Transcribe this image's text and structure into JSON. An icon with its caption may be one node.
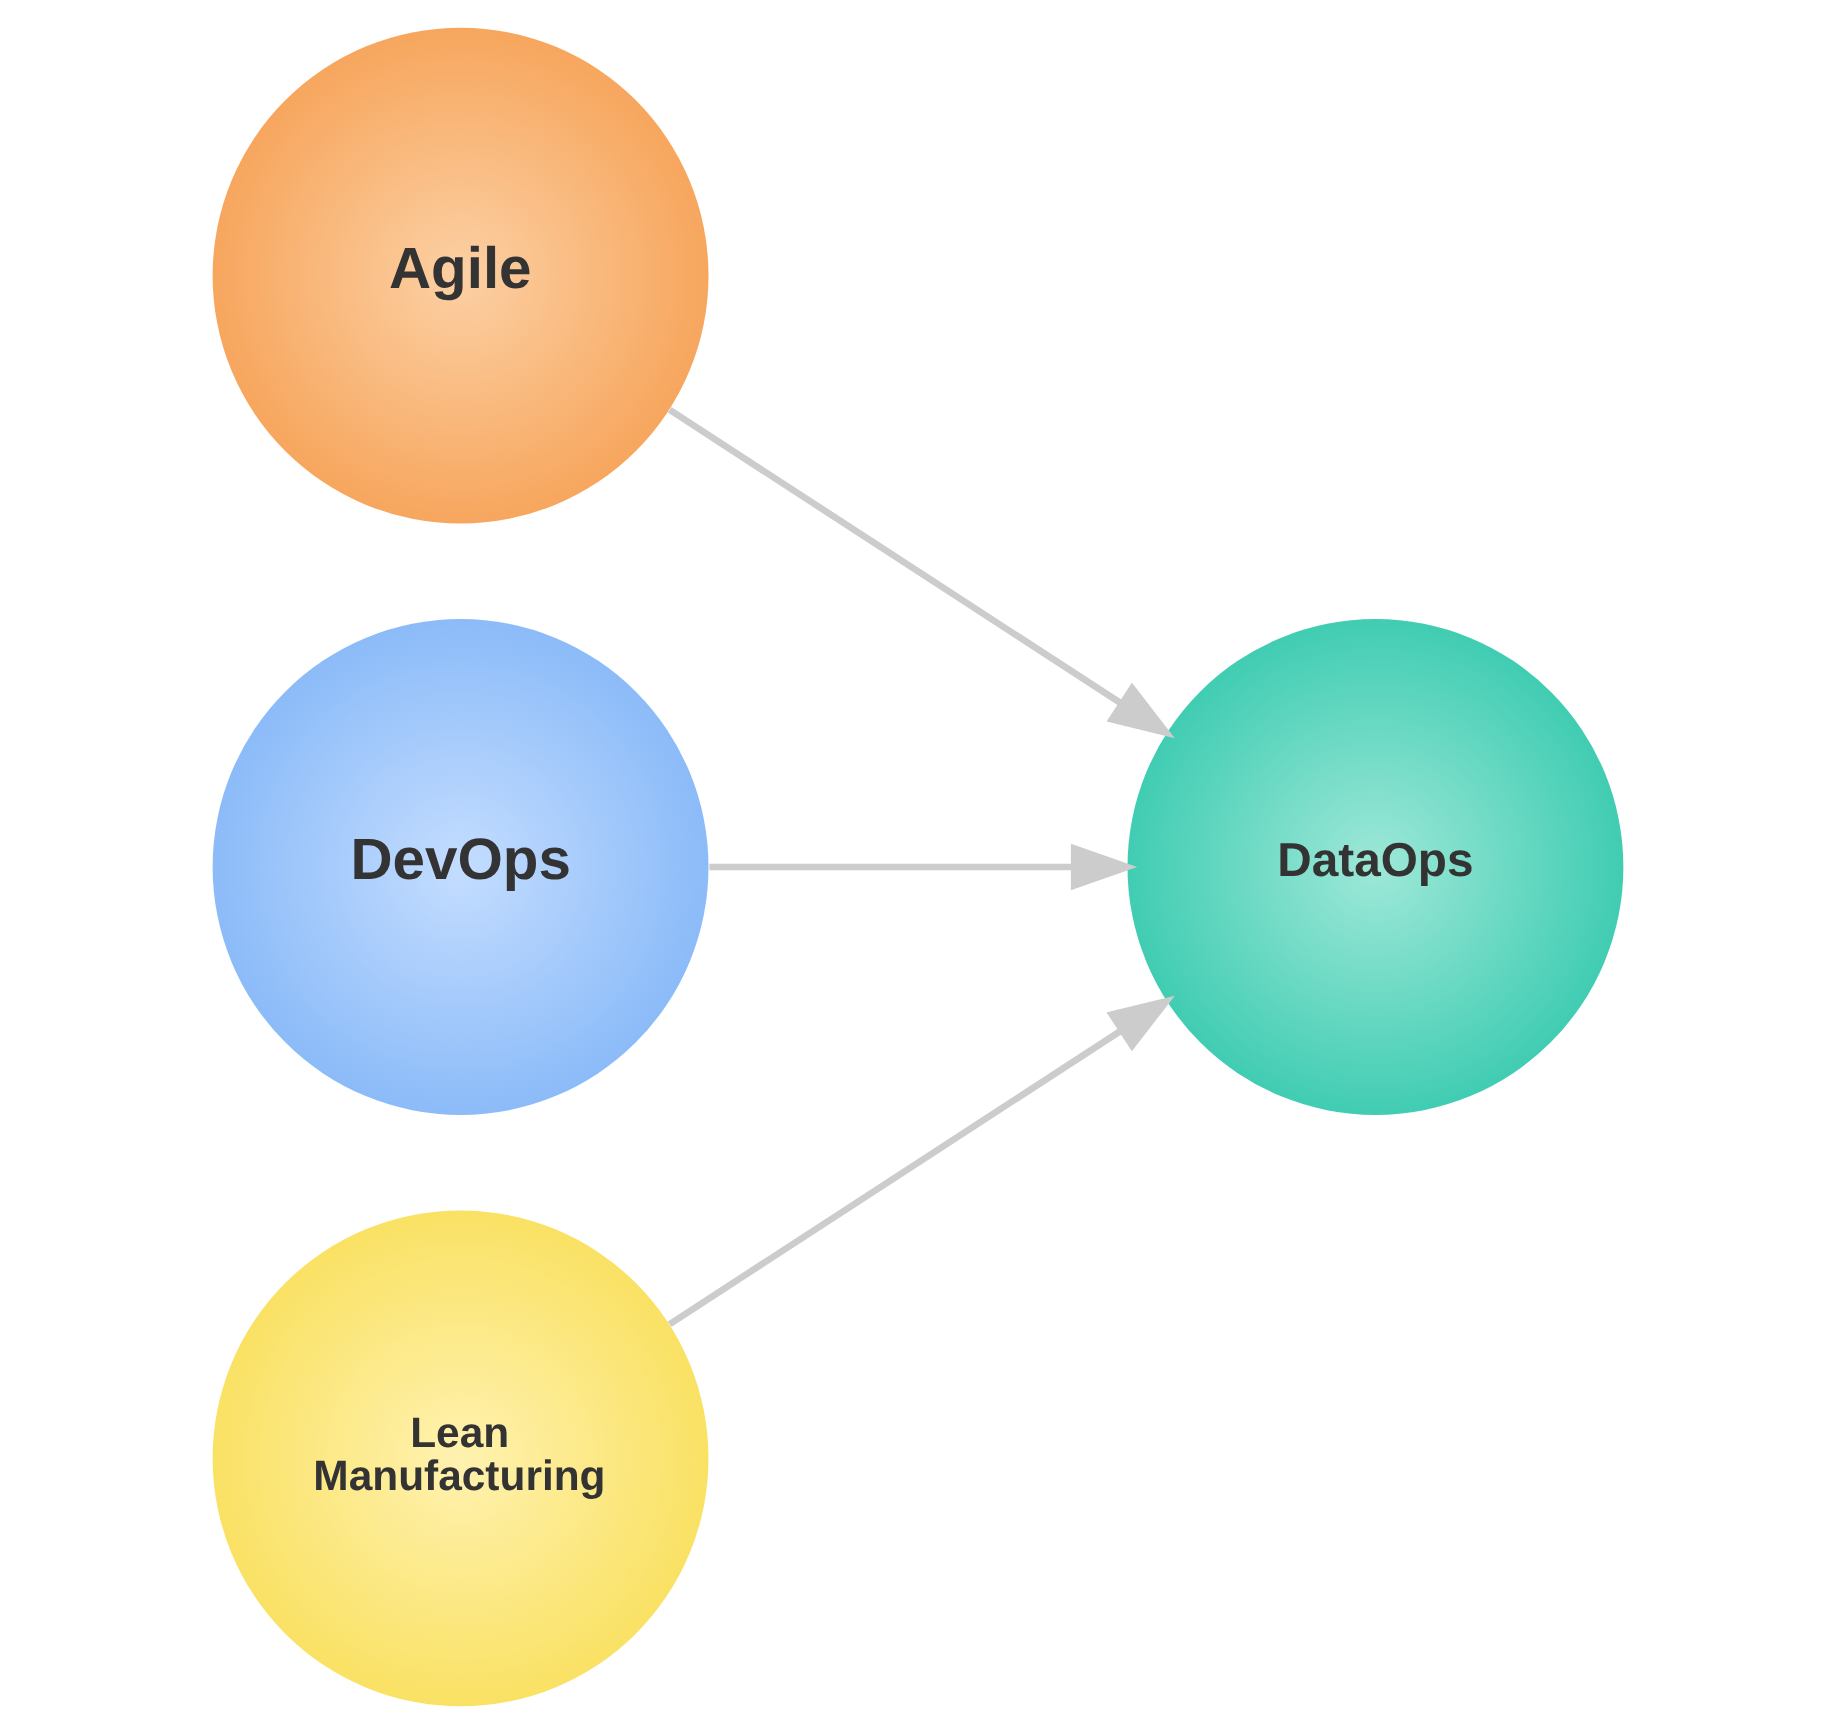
{
  "diagram": {
    "nodes": [
      {
        "text": [
          "Agile"
        ]
      },
      {
        "text": [
          "DevOps"
        ]
      },
      {
        "text": [
          "Lean Manufacturing"
        ]
      },
      {
        "text": [
          "DataOps"
        ]
      }
    ],
    "edges": [
      {
        "from": 0,
        "to": 3,
        "arrow": "to"
      },
      {
        "from": 1,
        "to": 3,
        "arrow": "to"
      },
      {
        "from": 2,
        "to": 3,
        "arrow": "to"
      }
    ]
  }
}
